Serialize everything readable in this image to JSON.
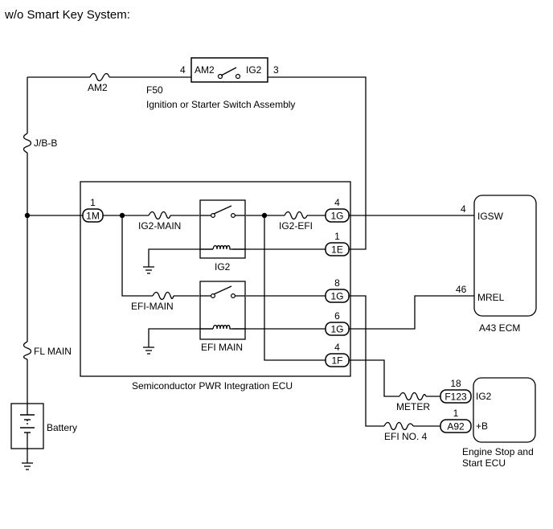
{
  "header": {
    "title": "w/o Smart Key System:"
  },
  "switch_assembly": {
    "code": "F50",
    "name": "Ignition or Starter Switch Assembly",
    "left_terminal": "AM2",
    "right_terminal": "IG2",
    "left_pin": "4",
    "right_pin": "3"
  },
  "fuses": {
    "am2": "AM2",
    "jbb": "J/B-B",
    "fl_main": "FL MAIN",
    "ig2_main": "IG2-MAIN",
    "ig2_efi": "IG2-EFI",
    "efi_main": "EFI-MAIN",
    "meter": "METER",
    "efi_no4": "EFI NO. 4"
  },
  "pwr_ecu": {
    "name": "Semiconductor PWR Integration ECU",
    "relay_ig2": "IG2",
    "relay_efi_main": "EFI MAIN",
    "connectors": {
      "c1m": {
        "label": "1M",
        "pin": "1"
      },
      "c1g_a": {
        "label": "1G",
        "pin": "4"
      },
      "c1e": {
        "label": "1E",
        "pin": "1"
      },
      "c1g_b": {
        "label": "1G",
        "pin": "8"
      },
      "c1g_c": {
        "label": "1G",
        "pin": "6"
      },
      "c1f": {
        "label": "1F",
        "pin": "4"
      }
    }
  },
  "ecm": {
    "name": "A43  ECM",
    "igsw_label": "IGSW",
    "igsw_pin": "4",
    "mrel_label": "MREL",
    "mrel_pin": "46"
  },
  "engine_stop_ecu": {
    "name_line1": "Engine Stop and",
    "name_line2": "Start ECU",
    "ig2_label": "IG2",
    "ig2_connector": "F123",
    "ig2_pin": "18",
    "b_label": "+B",
    "b_connector": "A92",
    "b_pin": "1"
  },
  "battery": {
    "label": "Battery"
  }
}
